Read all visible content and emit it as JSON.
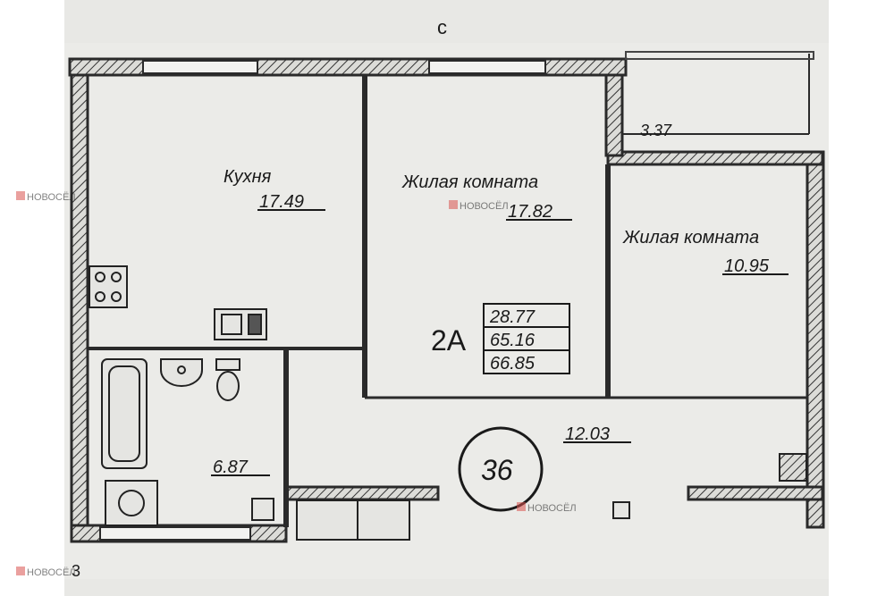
{
  "plan": {
    "orientation_mark": "c",
    "apartment_number": "36",
    "apartment_type": "2A",
    "areas": {
      "living": "28.77",
      "total": "65.16",
      "total_with_balcony": "66.85"
    },
    "rooms": {
      "kitchen": {
        "name": "Кухня",
        "area": "17.49"
      },
      "living_room_1": {
        "name": "Жилая комната",
        "area": "17.82"
      },
      "living_room_2": {
        "name": "Жилая комната",
        "area": "10.95"
      },
      "hallway": {
        "area": "12.03"
      },
      "bathroom": {
        "area": "6.87"
      },
      "balcony": {
        "area": "3.37"
      }
    },
    "edge_mark": "3"
  },
  "watermark": {
    "text": "НОВОСЁЛ"
  },
  "colors": {
    "paper": "#e9e9e6",
    "wall": "#2a2a2a",
    "ink": "#1a1a1a",
    "watermark": "#d9534f"
  }
}
